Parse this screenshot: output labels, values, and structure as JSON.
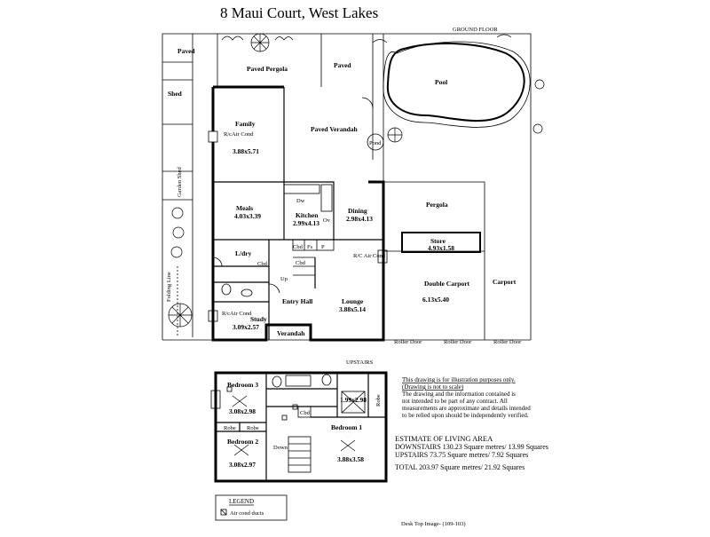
{
  "title": "8 Maui Court,  West Lakes",
  "floors": {
    "ground": "GROUND FLOOR",
    "upstairs": "UPSTAIRS"
  },
  "ground_rooms": {
    "paved": "Paved",
    "paved_pergola": "Paved Pergola",
    "paved2": "Paved",
    "pool": "Pool",
    "shed": "Shed",
    "garden_shed": "Garden Shed",
    "family": "Family",
    "family_dim": "3.88x5.71",
    "rc_air_family": "R/cAir Cond",
    "paved_verandah": "Paved Verandah",
    "pond": "Pond",
    "meals": "Meals",
    "meals_dim": "4.03x3.39",
    "kitchen": "Kitchen",
    "kitchen_dim": "2.99x4.13",
    "dw": "Dw",
    "ov": "Ov",
    "dining": "Dining",
    "dining_dim": "2.98x4.13",
    "pergola": "Pergola",
    "store": "Store",
    "store_dim": "4.93x1.58",
    "ldry": "L/dry",
    "cbd1": "Cbd",
    "cbd2": "Cbd",
    "cbd3": "Cbd",
    "fs": "Fs",
    "p": "P",
    "rc_air_lounge": "R/C Air Cond",
    "up": "Up",
    "entry": "Entry Hall",
    "lounge": "Lounge",
    "lounge_dim": "3.88x5.14",
    "double_carport": "Double Carport",
    "carport_dim": "6.13x5.40",
    "carport": "Carport",
    "folding_line": "Folding Line",
    "rc_air_study": "R/cAir Cond",
    "study": "Study",
    "study_dim": "3.09x2.57",
    "verandah": "Verandah",
    "roller1": "Roller Door",
    "roller2": "Roller Door",
    "roller3": "Roller Door"
  },
  "upper_rooms": {
    "bed3": "Bedroom 3",
    "bed3_dim": "3.08x2.98",
    "robe1": "Robe",
    "robe2": "Robe",
    "robe3": "Robe",
    "bed2": "Bedroom 2",
    "bed2_dim": "3.08x2.97",
    "down": "Down",
    "cbd": "Cbd",
    "bath_dim": "1.99x2.98",
    "bed1": "Bedroom 1",
    "bed1_dim": "3.88x3.58"
  },
  "disclaimer": {
    "line1": "This drawing is for illustration purposes only.",
    "line2": "(Drawing is not to scale)",
    "line3": "The drawing and the information contained is",
    "line4": "not intended to be part of any contract. All",
    "line5": "measurements are approximate and details intended",
    "line6": "to be relied upon should be independently verified."
  },
  "estimate": {
    "heading": "ESTIMATE OF LIVING AREA",
    "downstairs": "DOWNSTAIRS 130.23 Square metres/  13.99 Squares",
    "upstairs": "UPSTAIRS 73.75 Square metres/  7.92 Squares",
    "total": "TOTAL  203.97 Square metres/  21.92 Squares"
  },
  "legend": {
    "title": "LEGEND",
    "item": "Air cond ducts"
  },
  "footer": "Desk Top Image- (109-103)"
}
